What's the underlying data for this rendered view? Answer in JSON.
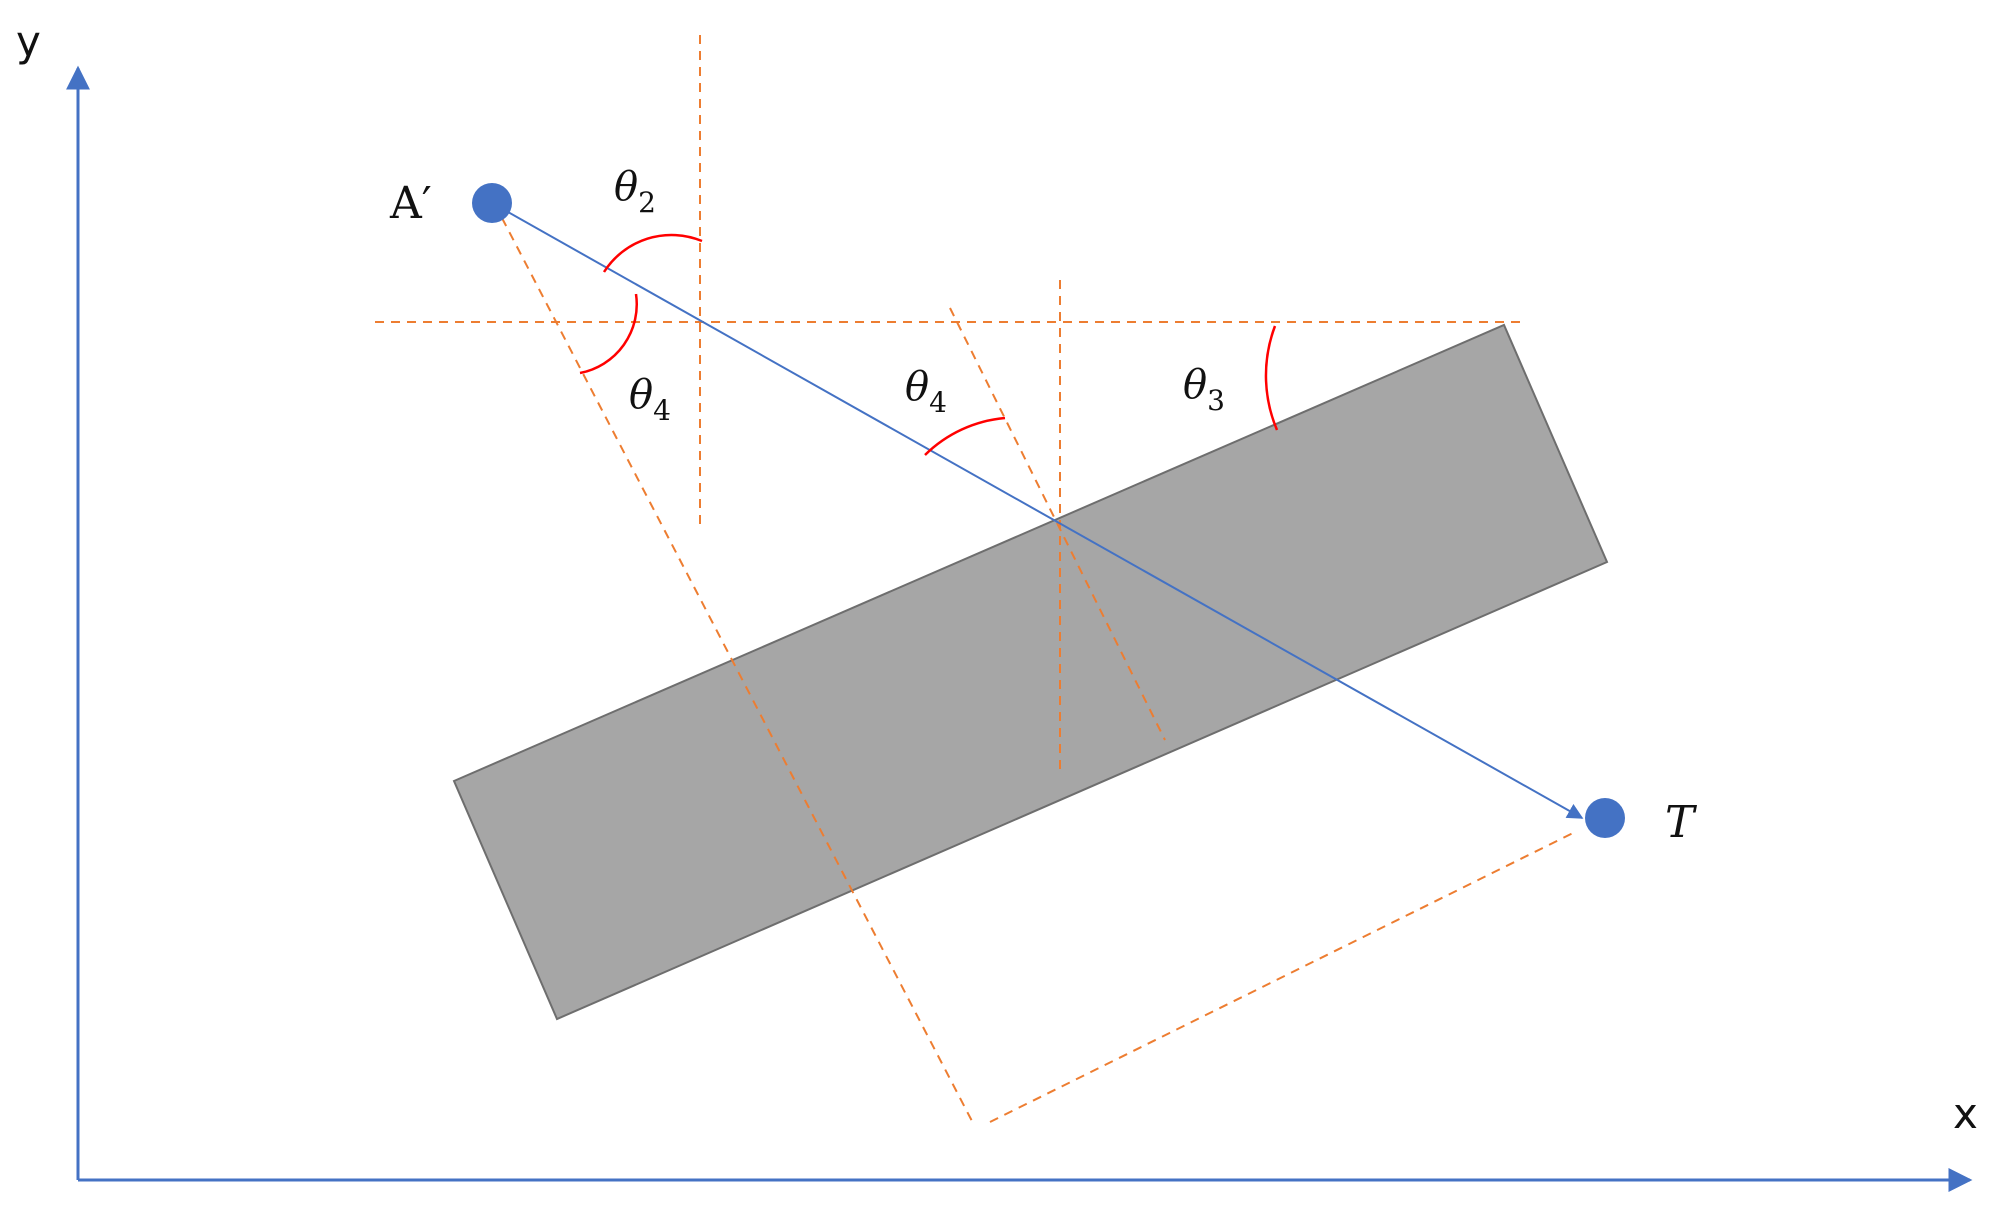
{
  "axes": {
    "x_label": "x",
    "y_label": "y",
    "color": "#4472c4"
  },
  "points": {
    "a_prime": {
      "label": "A′",
      "color": "#4472c4"
    },
    "t": {
      "label": "T",
      "color": "#4472c4"
    }
  },
  "angles": {
    "theta2": {
      "symbol": "θ",
      "sub": "2"
    },
    "theta4_left": {
      "symbol": "θ",
      "sub": "4"
    },
    "theta4_mid": {
      "symbol": "θ",
      "sub": "4"
    },
    "theta3": {
      "symbol": "θ",
      "sub": "3"
    }
  },
  "colors": {
    "panel_fill": "#a6a6a6",
    "panel_stroke": "#6e6e6e",
    "ray": "#4472c4",
    "guide": "#ed7d31",
    "arc": "#ff0000"
  }
}
